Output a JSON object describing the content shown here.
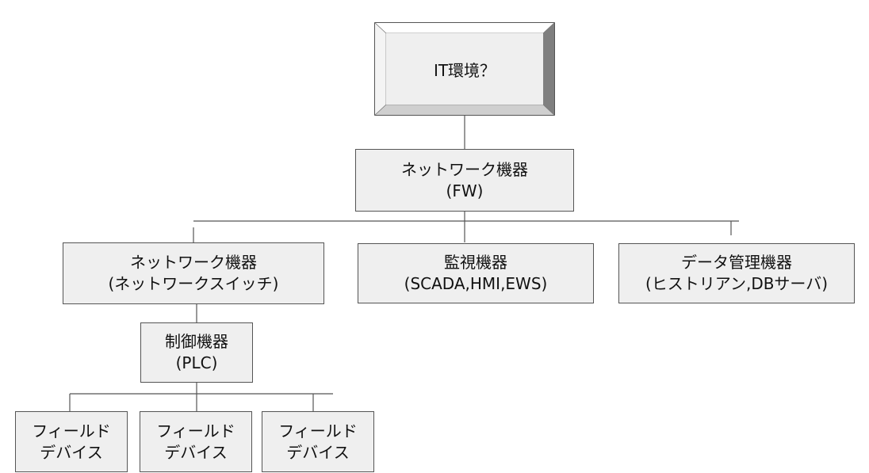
{
  "colors": {
    "box_fill": "#efefef",
    "box_border": "#555555",
    "connector": "#555555",
    "bevel_light": "#ffffff",
    "bevel_mid": "#cfcfcf",
    "bevel_dark": "#7f7f7f"
  },
  "nodes": {
    "root": {
      "label": "IT環境？"
    },
    "network_fw": {
      "line1": "ネットワーク機器",
      "line2": "(FW)"
    },
    "network_switch": {
      "line1": "ネットワーク機器",
      "line2": "(ネットワークスイッチ)"
    },
    "monitoring": {
      "line1": "監視機器",
      "line2": "(SCADA,HMI,EWS)"
    },
    "data_management": {
      "line1": "データ管理機器",
      "line2": "(ヒストリアン,DBサーバ)"
    },
    "control": {
      "line1": "制御機器",
      "line2": "(PLC)"
    },
    "field_1": {
      "line1": "フィールド",
      "line2": "デバイス"
    },
    "field_2": {
      "line1": "フィールド",
      "line2": "デバイス"
    },
    "field_3": {
      "line1": "フィールド",
      "line2": "デバイス"
    }
  }
}
